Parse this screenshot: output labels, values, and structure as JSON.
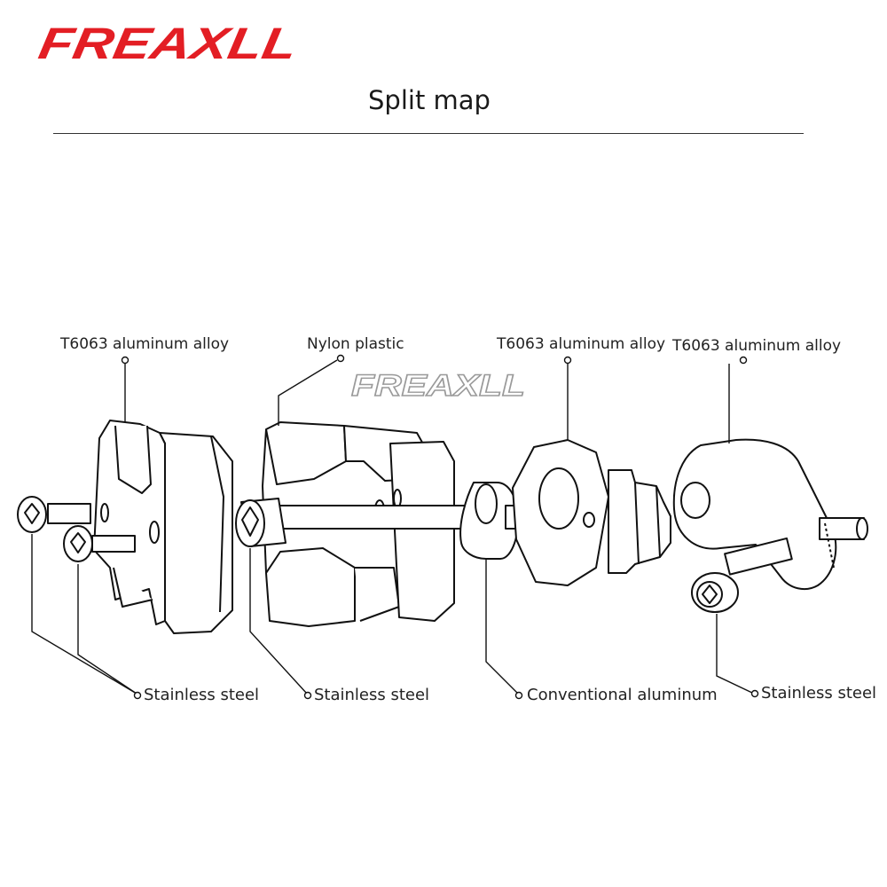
{
  "brand": {
    "name": "FREAXLL",
    "color": "#e31e24"
  },
  "title": "Split map",
  "watermark": "FREAXLL",
  "labels": {
    "top": [
      "T6063 aluminum alloy",
      "Nylon plastic",
      "T6063 aluminum alloy",
      "T6063 aluminum alloy"
    ],
    "bottom": [
      "Stainless steel",
      "Stainless steel",
      "Conventional aluminum",
      "Stainless steel"
    ]
  }
}
